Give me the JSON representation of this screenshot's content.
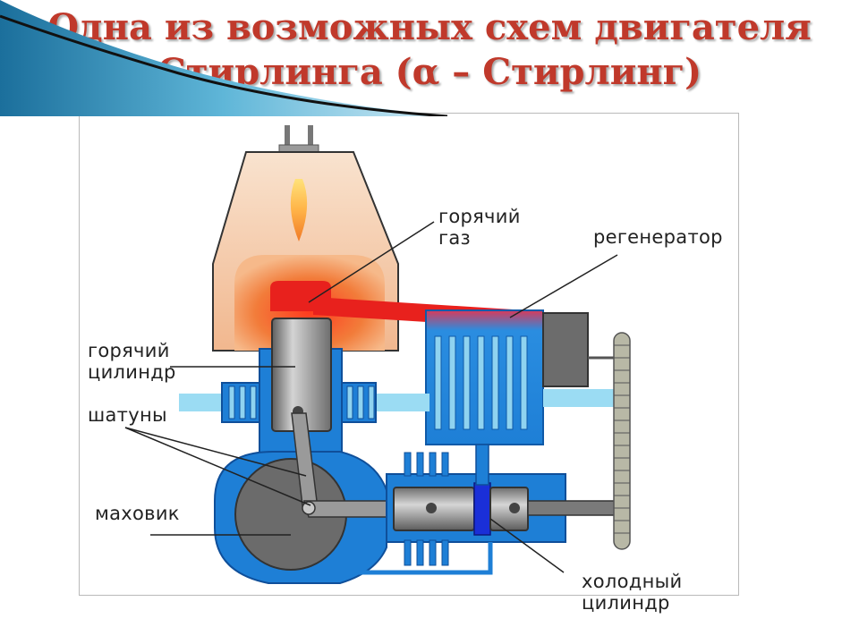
{
  "title": {
    "line1": "Одна из возможных схем двигателя",
    "line2": "Стирлинга (α – Стирлинг)"
  },
  "labels": {
    "hot_gas_1": "горячий",
    "hot_gas_2": "газ",
    "regenerator": "регенератор",
    "hot_cylinder_1": "горячий",
    "hot_cylinder_2": "цилиндр",
    "rods": "шатуны",
    "flywheel": "маховик",
    "cold_cylinder_1": "холодный",
    "cold_cylinder_2": "цилиндр"
  },
  "colors": {
    "title": "#c0392b",
    "hot_red": "#e8211d",
    "flame": "#f07a28",
    "furnace": "#f4c9a4",
    "blue": "#1e7fd6",
    "light_blue": "#7fd0ee",
    "metal": "#8c8c8c",
    "cold_blue": "#1a2fd8"
  }
}
